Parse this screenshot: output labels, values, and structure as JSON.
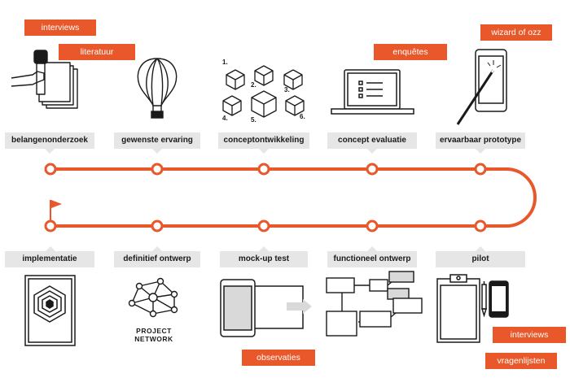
{
  "colors": {
    "accent": "#e8582a",
    "label_bg": "#e6e6e6",
    "ink": "#1a1a1a"
  },
  "top_stages": [
    {
      "label": "belangenonderzoek",
      "icon": "microphone-papers-icon"
    },
    {
      "label": "gewenste ervaring",
      "icon": "hot-air-balloon-icon"
    },
    {
      "label": "conceptontwikkeling",
      "icon": "numbered-cubes-icon"
    },
    {
      "label": "concept evaluatie",
      "icon": "laptop-list-icon"
    },
    {
      "label": "ervaarbaar prototype",
      "icon": "phone-wand-icon"
    }
  ],
  "bottom_stages": [
    {
      "label": "implementatie",
      "icon": "hexagon-poster-icon"
    },
    {
      "label": "definitief ontwerp",
      "icon": "project-network-icon"
    },
    {
      "label": "mock-up test",
      "icon": "phone-wireframe-icon"
    },
    {
      "label": "functioneel ontwerp",
      "icon": "flowchart-icon"
    },
    {
      "label": "pilot",
      "icon": "clipboard-pen-phone-icon"
    }
  ],
  "methods": {
    "interviews_top": "interviews",
    "literatuur": "literatuur",
    "enquetes": "enquêtes",
    "wizard": "wizard of ozz",
    "observaties": "observaties",
    "interviews_bottom": "interviews",
    "vragenlijsten": "vragenlijsten"
  },
  "cube_numbers": [
    "1.",
    "2.",
    "3.",
    "4.",
    "5.",
    "6."
  ],
  "network_caption": {
    "line1": "PROJECT",
    "line2": "NETWORK"
  }
}
